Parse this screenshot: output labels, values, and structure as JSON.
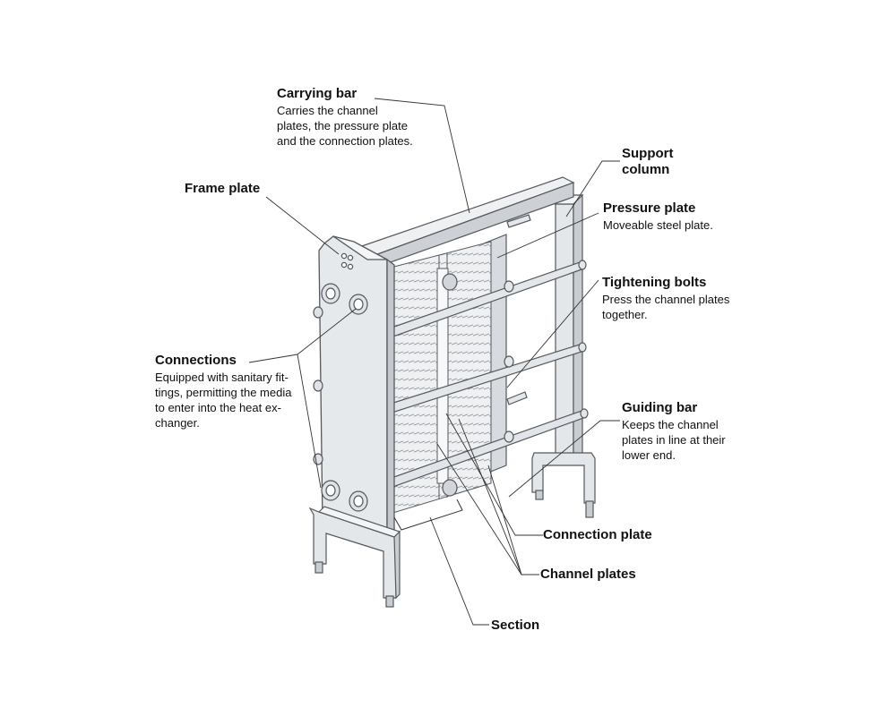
{
  "labels": {
    "carrying_bar": {
      "title": "Carrying bar",
      "desc": "Carries the channel\nplates, the pressure plate\nand the connection plates."
    },
    "frame_plate": {
      "title": "Frame plate"
    },
    "support_column": {
      "title": "Support\ncolumn"
    },
    "pressure_plate": {
      "title": "Pressure plate",
      "desc": "Moveable steel plate."
    },
    "tightening_bolts": {
      "title": "Tightening bolts",
      "desc": "Press the channel plates\ntogether."
    },
    "connections": {
      "title": "Connections",
      "desc": "Equipped with sanitary fit-\ntings, permitting the media\nto enter into the heat ex-\nchanger."
    },
    "guiding_bar": {
      "title": "Guiding bar",
      "desc": "Keeps the channel\nplates in line at their\nlower end."
    },
    "connection_plate": {
      "title": "Connection plate"
    },
    "channel_plates": {
      "title": "Channel plates"
    },
    "section": {
      "title": "Section"
    }
  },
  "frame_plate_mark": "8",
  "colors": {
    "metal": "#dfe2e6",
    "metal_dark": "#b8bcc2",
    "outline": "#55595e",
    "leader": "#333333"
  }
}
